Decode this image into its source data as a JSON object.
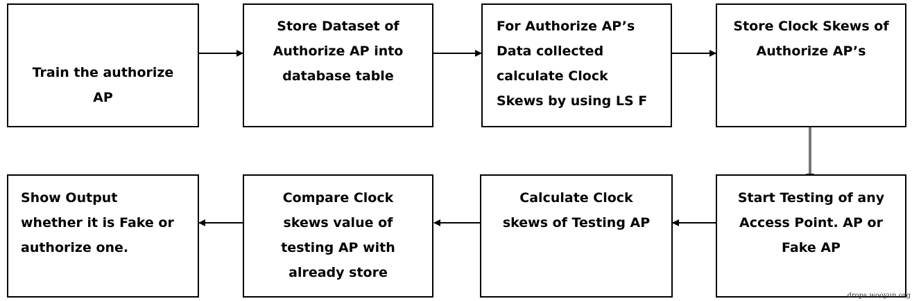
{
  "nodes": [
    {
      "id": "train",
      "text": "Train the authorize\nAP"
    },
    {
      "id": "store-dataset",
      "text": "Store Dataset of\nAuthorize AP into\ndatabase table"
    },
    {
      "id": "calc-skews-authorized",
      "text": "For Authorize AP’s\nData collected\ncalculate Clock\nSkews by using LS F"
    },
    {
      "id": "store-skews",
      "text": "Store Clock Skews of\nAuthorize AP’s"
    },
    {
      "id": "start-testing",
      "text": "Start Testing of any\nAccess Point. AP or\nFake AP"
    },
    {
      "id": "calc-skews-testing",
      "text": "Calculate Clock\nskews of Testing AP"
    },
    {
      "id": "compare",
      "text": "Compare Clock\nskews value of\ntesting AP with\nalready store"
    },
    {
      "id": "show-output",
      "text": "Show Output\nwhether it is Fake or\nauthorize one."
    }
  ],
  "edges": [
    [
      "train",
      "store-dataset"
    ],
    [
      "store-dataset",
      "calc-skews-authorized"
    ],
    [
      "calc-skews-authorized",
      "store-skews"
    ],
    [
      "store-skews",
      "start-testing"
    ],
    [
      "start-testing",
      "calc-skews-testing"
    ],
    [
      "calc-skews-testing",
      "compare"
    ],
    [
      "compare",
      "show-output"
    ]
  ],
  "credit": "drops.wooyun.org"
}
